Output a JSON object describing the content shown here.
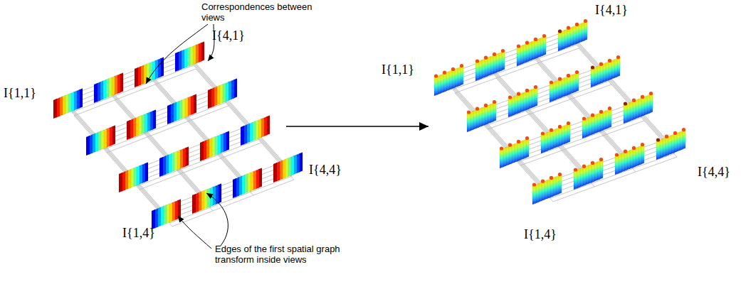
{
  "diagram": {
    "labels": [
      "Correspondences between views",
      "I{4,1}",
      "I{1,1}",
      "I{4,4}",
      "I{1,4}",
      "Edges of the first spatial graph transform inside views",
      "I{4,1}",
      "I{1,1}",
      "I{4,4}",
      "I{1,4}"
    ]
  }
}
